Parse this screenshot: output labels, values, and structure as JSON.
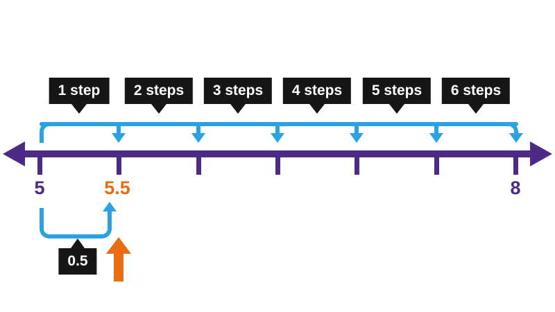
{
  "steps": [
    "1 step",
    "2 steps",
    "3 steps",
    "4 steps",
    "5 steps",
    "6 steps"
  ],
  "number_labels": {
    "start": "5",
    "first_step": "5.5",
    "end": "8"
  },
  "step_size": "0.5",
  "colors": {
    "purple": "#4c2a85",
    "blue": "#29a3e3",
    "orange": "#ea6d12",
    "box": "#161616",
    "background": "#ffffff"
  }
}
